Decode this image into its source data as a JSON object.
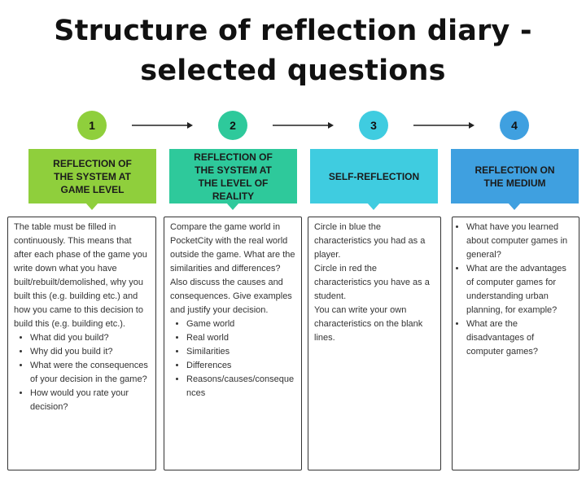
{
  "title": {
    "line1": "Structure of reflection diary -",
    "line2": "selected questions"
  },
  "colors": {
    "col1": "#8fcf3c",
    "col2": "#2ec99b",
    "col3": "#3fcce0",
    "col4": "#3fa0e0",
    "arrow": "#222222",
    "box_border": "#333333"
  },
  "columns": [
    {
      "number": "1",
      "header": "REFLECTION OF THE SYSTEM AT GAME LEVEL",
      "paragraphs": [
        "The table must be filled in continuously. This means that after each phase of the game you write down what you have built/rebuilt/demolished, why you built this (e.g. building etc.) and how you came to this decision to build this (e.g. building etc.)."
      ],
      "bullets": [
        "What did you build?",
        "Why did you build it?",
        "What were the consequences of your decision in the game?",
        "How would you rate your decision?"
      ]
    },
    {
      "number": "2",
      "header": "REFLECTION OF THE SYSTEM AT THE LEVEL OF REALITY",
      "paragraphs": [
        "Compare the game world in PocketCity with the real world outside the game. What are the similarities and differences? Also discuss the causes and consequences. Give examples and justify your decision."
      ],
      "bullets": [
        "Game world",
        "Real world",
        "Similarities",
        "Differences",
        "Reasons/causes/consequences"
      ]
    },
    {
      "number": "3",
      "header": "SELF-REFLECTION",
      "paragraphs": [
        "Circle in blue the characteristics you had as a player.",
        "Circle in red the characteristics you have as a student.",
        "You can write your own characteristics on the blank lines."
      ],
      "bullets": []
    },
    {
      "number": "4",
      "header": "REFLECTION ON THE MEDIUM",
      "paragraphs": [],
      "bullets": [
        "What have you learned about computer games in general?",
        "What are the advantages of computer games for understanding urban planning, for example?",
        "What are the disadvantages of computer games?"
      ]
    }
  ]
}
